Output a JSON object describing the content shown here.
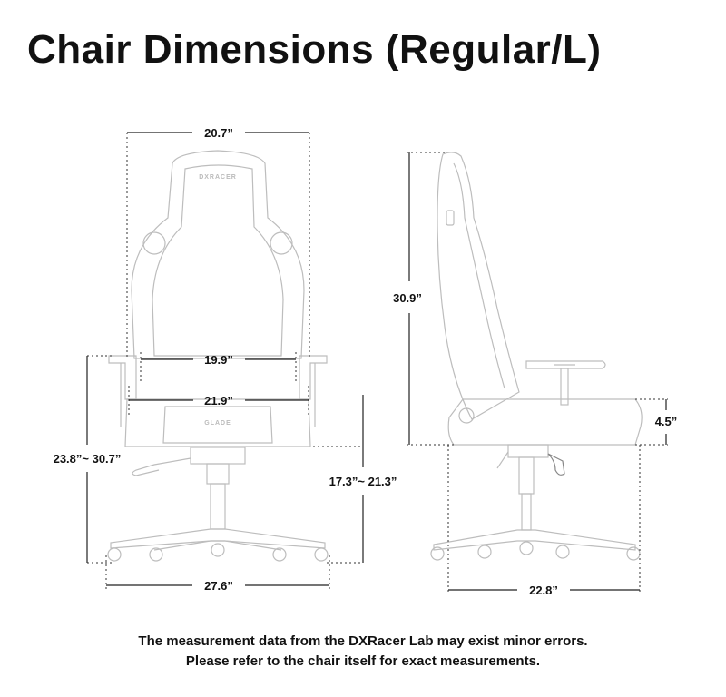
{
  "title": "Chair Dimensions (Regular/L)",
  "front_view": {
    "backrest_width": "20.7”",
    "seat_inner_width": "19.9”",
    "seat_width": "21.9”",
    "overall_height_range": "23.8”~ 30.7”",
    "seat_height_range": "17.3”~ 21.3”",
    "base_width": "27.6”",
    "backrest_logo": "DXRACER",
    "seat_logo": "GLADE"
  },
  "side_view": {
    "backrest_height": "30.9”",
    "seat_thickness": "4.5”",
    "base_depth": "22.8”"
  },
  "footer": {
    "line1": "The measurement data from the DXRacer Lab may exist minor errors.",
    "line2": "Please refer to the chair itself for exact measurements."
  }
}
